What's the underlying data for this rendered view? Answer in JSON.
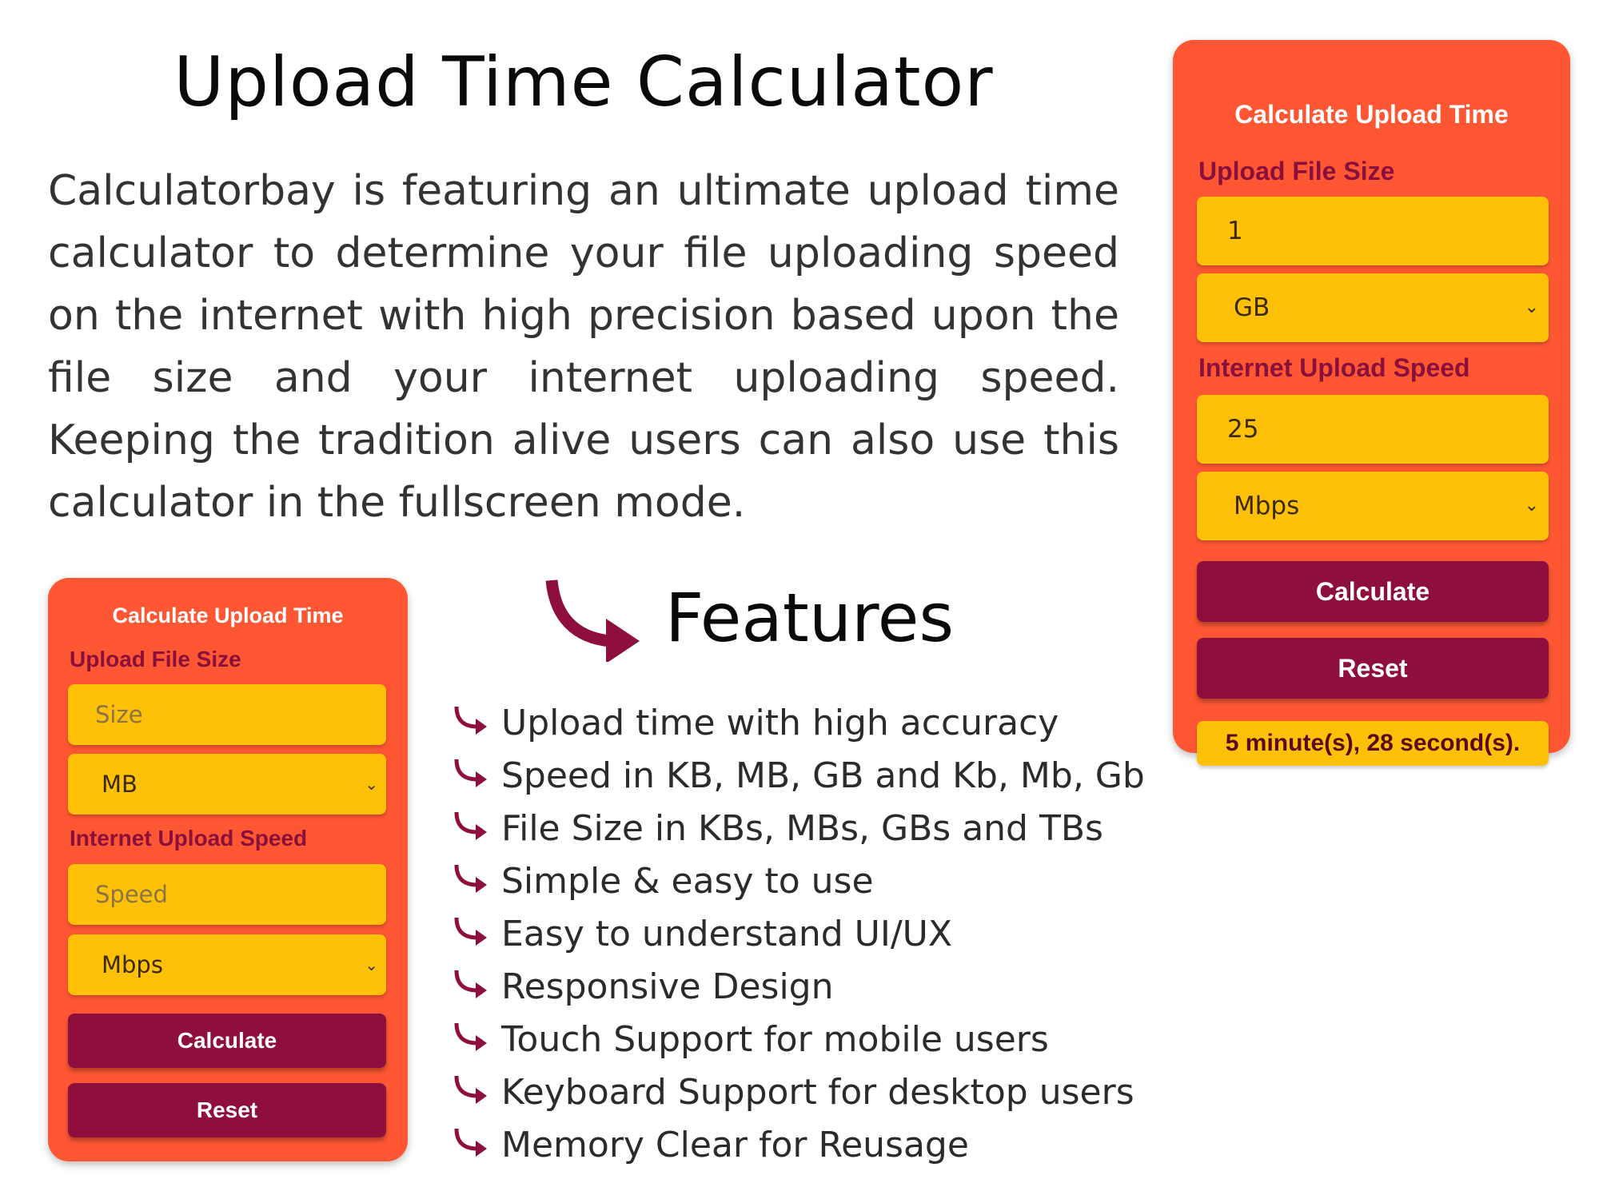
{
  "header": {
    "title": "Upload Time Calculator",
    "intro": "Calculatorbay is featuring an ultimate upload time calculator to determine your file uploading speed on the internet with high precision based upon the file size and your internet uploading speed. Keeping the tradition alive users can also use this calculator in the fullscreen mode."
  },
  "colors": {
    "card_bg": "#ff5733",
    "field_bg": "#ffc107",
    "button_bg": "#8e0f3e",
    "label_text": "#8a0f3a",
    "arrow": "#8e0f3e"
  },
  "calculator_large": {
    "title": "Calculate Upload Time",
    "file_size_label": "Upload File Size",
    "file_size_value": "1",
    "file_size_unit": "GB",
    "speed_label": "Internet Upload Speed",
    "speed_value": "25",
    "speed_unit": "Mbps",
    "calculate_label": "Calculate",
    "reset_label": "Reset",
    "result": "5 minute(s), 28 second(s)."
  },
  "calculator_small": {
    "title": "Calculate Upload Time",
    "file_size_label": "Upload File Size",
    "file_size_placeholder": "Size",
    "file_size_unit": "MB",
    "speed_label": "Internet Upload Speed",
    "speed_placeholder": "Speed",
    "speed_unit": "Mbps",
    "calculate_label": "Calculate",
    "reset_label": "Reset"
  },
  "features": {
    "title": "Features",
    "icon": "curved-arrow-icon",
    "items": [
      "Upload time with high accuracy",
      "Speed in KB, MB, GB and Kb, Mb, Gb",
      "File Size in KBs, MBs, GBs and TBs",
      "Simple & easy to use",
      "Easy to understand UI/UX",
      "Responsive Design",
      "Touch Support for mobile users",
      "Keyboard Support for desktop users",
      "Memory Clear for Reusage"
    ]
  }
}
